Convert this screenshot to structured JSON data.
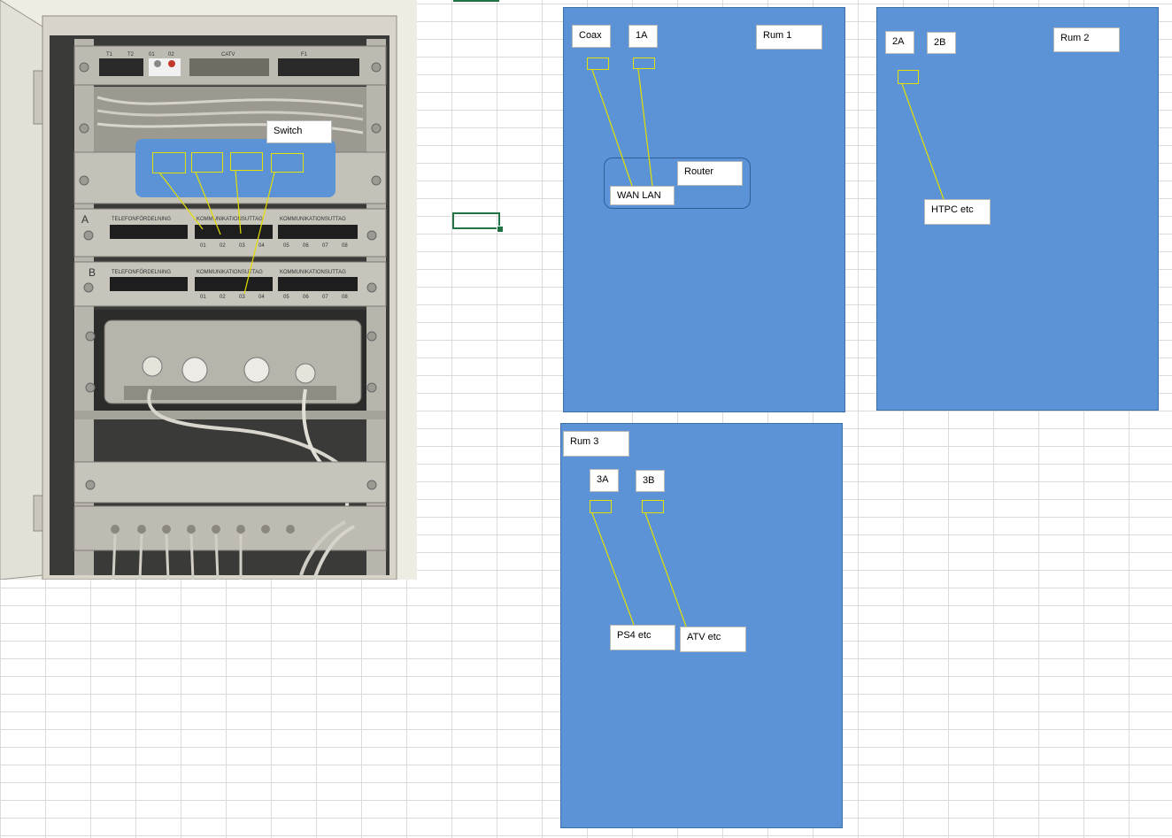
{
  "photo": {
    "top_labels": [
      "T1",
      "T2",
      "01",
      "02",
      "CATV",
      "F1"
    ],
    "switch_label": "Switch",
    "patch_a": {
      "row_letter": "A",
      "headings": [
        "TELEFONFÖRDELNING",
        "KOMMUNIKATIONSUTTAG",
        "KOMMUNIKATIONSUTTAG"
      ],
      "port_numbers": [
        "01",
        "02",
        "03",
        "04",
        "05",
        "06",
        "07",
        "08"
      ]
    },
    "patch_b": {
      "row_letter": "B",
      "headings": [
        "TELEFONFÖRDELNING",
        "KOMMUNIKATIONSUTTAG",
        "KOMMUNIKATIONSUTTAG"
      ],
      "port_numbers": [
        "01",
        "02",
        "03",
        "04",
        "05",
        "06",
        "07",
        "08"
      ]
    }
  },
  "rum1": {
    "title": "Rum 1",
    "coax": "Coax",
    "port_1a": "1A",
    "router": "Router",
    "wan_lan": "WAN  LAN"
  },
  "rum2": {
    "title": "Rum 2",
    "port_2a": "2A",
    "port_2b": "2B",
    "htpc": "HTPC etc"
  },
  "rum3": {
    "title": "Rum 3",
    "port_3a": "3A",
    "port_3b": "3B",
    "ps4": "PS4 etc",
    "atv": "ATV etc"
  },
  "colors": {
    "panel": "#5b93d6",
    "connector_line": "#e4e000",
    "selection": "#217346"
  }
}
